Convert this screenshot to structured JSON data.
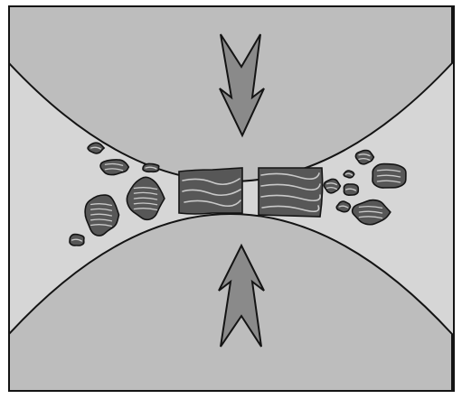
{
  "diagram": {
    "colors": {
      "frame_background": "#d6d6d6",
      "roller_fill": "#bdbdbd",
      "arrow_fill": "#8a8a8a",
      "particle_fill": "#575757",
      "particle_streak": "#c9c9c9",
      "outline": "#141414"
    },
    "rollers": [
      {
        "name": "top-roller",
        "arrow_direction": "down"
      },
      {
        "name": "bottom-roller",
        "arrow_direction": "up"
      }
    ],
    "material": {
      "state_left": "loose-particles",
      "state_center": "compacted-sheet",
      "state_right": "broken-flakes"
    }
  }
}
